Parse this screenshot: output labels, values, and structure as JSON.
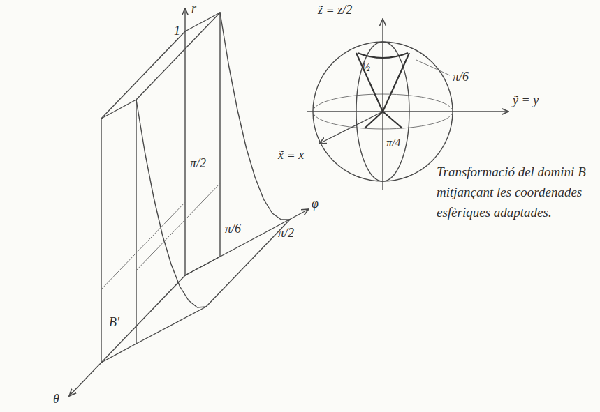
{
  "diagram": {
    "caption": "Transformació del domini B mitjançant les coordenades esfèriques adaptades.",
    "labels": [
      "z̃ ≡ z/2",
      "½",
      "π/6",
      "ỹ ≡ y",
      "x̃ ≡ x",
      "π/4",
      "r",
      "1",
      "π/2",
      "π/6",
      "π/2",
      "φ",
      "θ",
      "B'"
    ]
  }
}
